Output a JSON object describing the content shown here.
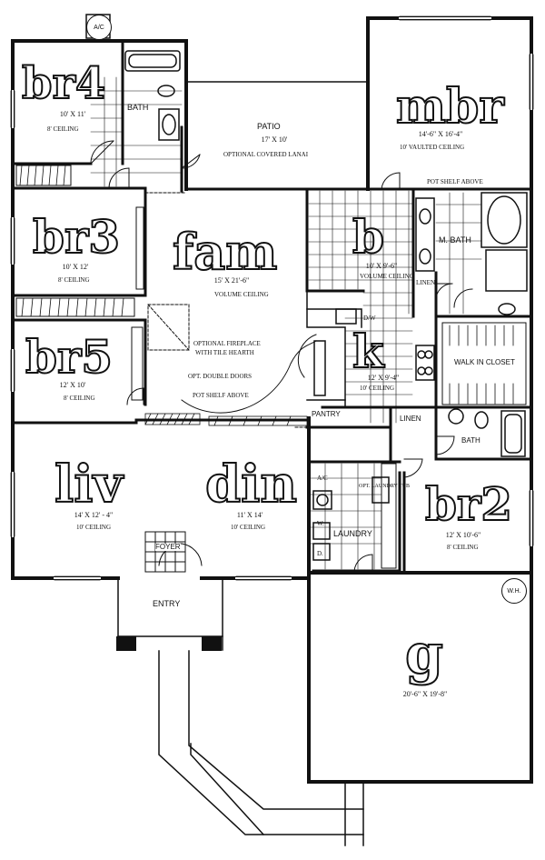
{
  "rooms": {
    "br4": {
      "name": "br4",
      "size": "10' X 11'",
      "ceiling": "8' CEILING"
    },
    "bath1": {
      "name": "BATH"
    },
    "patio": {
      "name": "PATIO",
      "size": "17' X 10'",
      "note": "OPTIONAL COVERED LANAI"
    },
    "mbr": {
      "name": "mbr",
      "size": "14'-6\" X 16'-4\"",
      "ceiling": "10' VAULTED CEILING"
    },
    "br3": {
      "name": "br3",
      "size": "10' X 12'",
      "ceiling": "8' CEILING"
    },
    "fam": {
      "name": "fam",
      "size": "15' X 21'-6\"",
      "ceiling": "VOLUME CEILING"
    },
    "b": {
      "name": "b",
      "size": "10' X 9'-6\"",
      "ceiling": "VOLUME CEILING"
    },
    "mbath": {
      "name": "M. BATH"
    },
    "linen_m": {
      "name": "LINEN"
    },
    "br5": {
      "name": "br5",
      "size": "12' X 10'",
      "ceiling": "8' CEILING"
    },
    "k": {
      "name": "k",
      "size": "12' X 9'-4\"",
      "ceiling": "10' CEILING"
    },
    "walkin": {
      "name": "WALK IN CLOSET"
    },
    "pantry": {
      "name": "PANTRY"
    },
    "linen": {
      "name": "LINEN"
    },
    "bath2": {
      "name": "BATH"
    },
    "liv": {
      "name": "liv",
      "size": "14' X 12' - 4\"",
      "ceiling": "10' CEILING"
    },
    "din": {
      "name": "din",
      "size": "11' X 14'",
      "ceiling": "10' CEILING"
    },
    "laundry": {
      "name": "LAUNDRY"
    },
    "br2": {
      "name": "br2",
      "size": "12' X 10'-6\"",
      "ceiling": "8' CEILING"
    },
    "foyer": {
      "name": "FOYER"
    },
    "entry": {
      "name": "ENTRY"
    },
    "g": {
      "name": "g",
      "size": "20'-6\" X 19'-8\""
    }
  },
  "notes": {
    "fireplace_line1": "OPTIONAL FIREPLACE",
    "fireplace_line2": "WITH TILE HEARTH",
    "double_doors": "OPT. DOUBLE DOORS",
    "pot_shelf_fam": "POT SHELF ABOVE",
    "pot_shelf_mbr": "POT SHELF ABOVE",
    "ac_top": "A/C",
    "ac_laundry": "A/C",
    "dw": "D/W",
    "w": "W.",
    "d": "D.",
    "wh": "W.H.",
    "opt_laundry": "OPT. LAUNDRY TUB"
  }
}
